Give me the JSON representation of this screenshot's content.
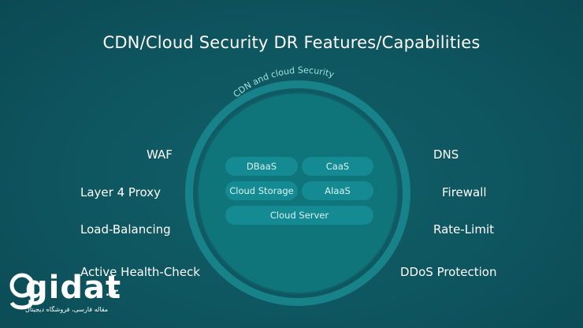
{
  "title": "CDN/Cloud Security DR Features/Capabilities",
  "circle_label": "CDN and cloud Security",
  "left_features": [
    "WAF",
    "Layer 4 Proxy",
    "Load-Balancing",
    "Active Health-Check"
  ],
  "right_features": [
    "DNS",
    "Firewall",
    "Rate-Limit",
    "DDoS Protection"
  ],
  "services": {
    "dbaas": "DBaaS",
    "caas": "CaaS",
    "cloud_storage": "Cloud Storage",
    "aiaas": "AIaaS",
    "cloud_server": "Cloud Server"
  },
  "watermark": {
    "brand": "gidat",
    "tld": ".ir",
    "tagline": "مقاله فارسی، فروشگاه دیجیتال"
  },
  "colors": {
    "background": "#0e5560",
    "circle": "#10747b",
    "ring": "#1a8a90",
    "chip": "#148b92",
    "text": "#ffffff"
  }
}
